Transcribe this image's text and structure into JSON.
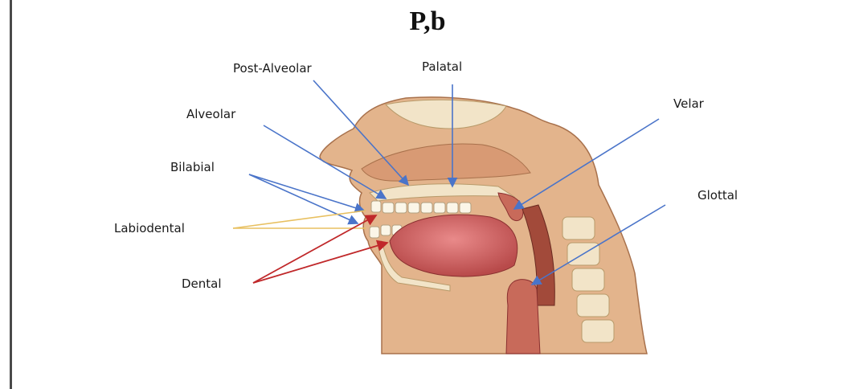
{
  "title": "P,b",
  "labels": {
    "post_alveolar": "Post-Alveolar",
    "palatal": "Palatal",
    "alveolar": "Alveolar",
    "velar": "Velar",
    "bilabial": "Bilabial",
    "glottal": "Glottal",
    "labiodental": "Labiodental",
    "dental": "Dental"
  },
  "colors": {
    "blue_arrow": "#4a74c9",
    "red_arrow": "#c0282a",
    "yellow_line": "#e8c060",
    "skin": "#e3b48c",
    "muscle": "#c0604a",
    "bone": "#f2e4c8"
  }
}
